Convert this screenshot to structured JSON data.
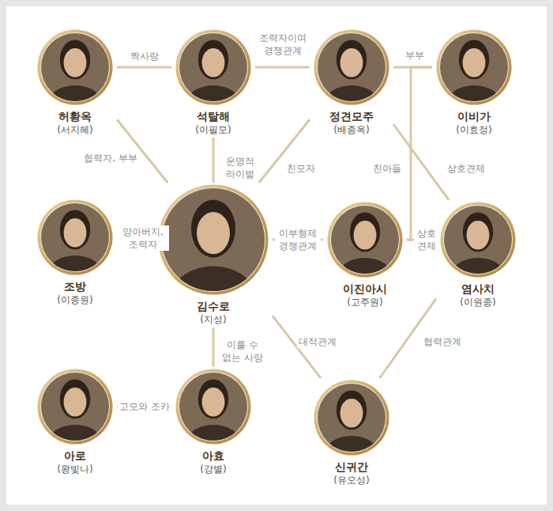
{
  "diagram": {
    "nodes": [
      {
        "text": [
          "허황옥",
          "(서지혜)"
        ]
      },
      {
        "text": [
          "석탈해",
          "(이필모)"
        ]
      },
      {
        "text": [
          "정견모주",
          "(배종옥)"
        ]
      },
      {
        "text": [
          "이비가",
          "(이효정)"
        ]
      },
      {
        "text": [
          "조방",
          "(이종원)"
        ]
      },
      {
        "text": [
          "김수로",
          "(지성)"
        ]
      },
      {
        "text": [
          "이진아시",
          "(고주원)"
        ]
      },
      {
        "text": [
          "염사치",
          "(이원종)"
        ]
      },
      {
        "text": [
          "아로",
          "(왕빛나)"
        ]
      },
      {
        "text": [
          "아효",
          "(강별)"
        ]
      },
      {
        "text": [
          "신귀간",
          "(유오성)"
        ]
      }
    ],
    "edges": [
      {
        "from": 0,
        "to": 1,
        "arrow": "none",
        "label": "짝사랑"
      },
      {
        "from": 1,
        "to": 2,
        "arrow": "none",
        "label": "조력자이며 경쟁관계"
      },
      {
        "from": 2,
        "to": 3,
        "arrow": "none",
        "label": "부부"
      },
      {
        "from": 0,
        "to": 5,
        "arrow": "none",
        "label": "협력자, 부부"
      },
      {
        "from": 1,
        "to": 5,
        "arrow": "none",
        "label": "운명적 라이벌"
      },
      {
        "from": 2,
        "to": 5,
        "arrow": "none",
        "label": "친모자"
      },
      {
        "from": 3,
        "to": 6,
        "arrow": "none",
        "label": "친아들"
      },
      {
        "from": 2,
        "to": 7,
        "arrow": "none",
        "label": "상호견제"
      },
      {
        "from": 5,
        "to": 6,
        "arrow": "none",
        "label": "이부형제 경쟁관계"
      },
      {
        "from": 6,
        "to": 7,
        "arrow": "none",
        "label": "상호 견제"
      },
      {
        "from": 4,
        "to": 5,
        "arrow": "none",
        "label": "양아버지, 조력자"
      },
      {
        "from": 5,
        "to": 9,
        "arrow": "none",
        "label": "이룰 수 없는 사랑"
      },
      {
        "from": 8,
        "to": 9,
        "arrow": "none",
        "label": "고모와 조카"
      },
      {
        "from": 5,
        "to": 10,
        "arrow": "none",
        "label": "대적관계"
      },
      {
        "from": 7,
        "to": 10,
        "arrow": "none",
        "label": "협력관계"
      }
    ]
  }
}
